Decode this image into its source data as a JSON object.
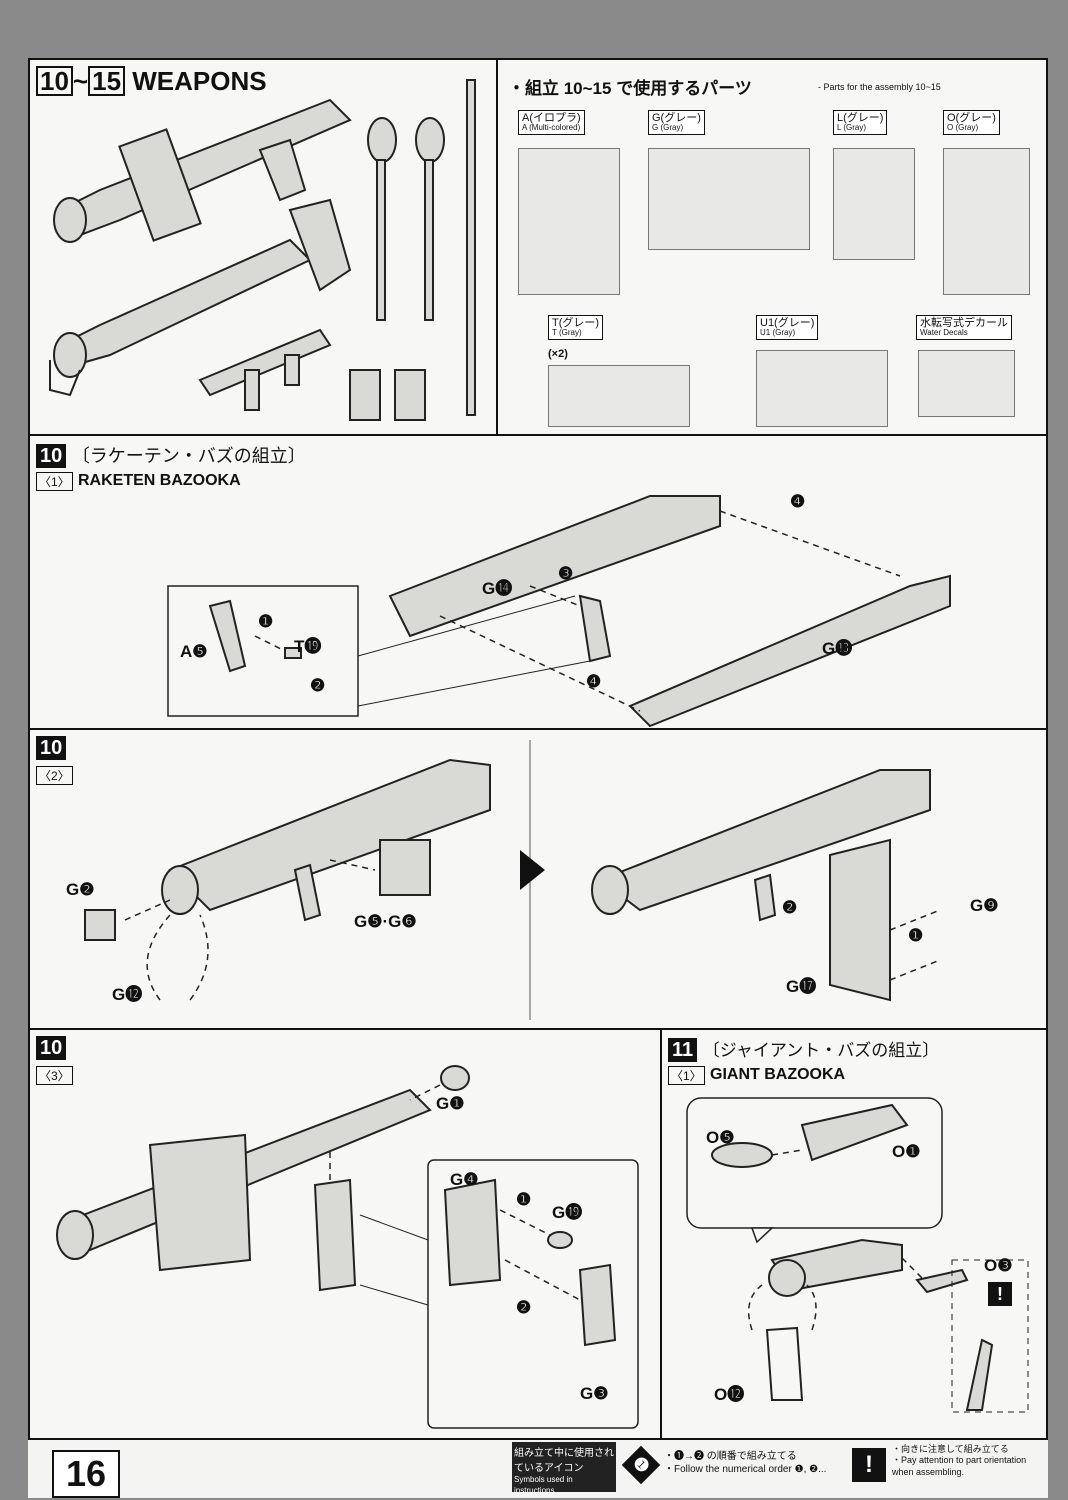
{
  "page_number": "16",
  "header": {
    "step_range_a": "10",
    "step_range_sep": "~",
    "step_range_b": "15",
    "title": "WEAPONS"
  },
  "parts_list": {
    "title_jp": "・組立 10~15 で使用するパーツ",
    "title_en": "- Parts for the assembly 10~15",
    "runners": [
      {
        "label": "A(イロプラ)",
        "sub": "A (Multi-colored)"
      },
      {
        "label": "G(グレー)",
        "sub": "G (Gray)"
      },
      {
        "label": "L(グレー)",
        "sub": "L (Gray)"
      },
      {
        "label": "O(グレー)",
        "sub": "O (Gray)"
      },
      {
        "label": "T(グレー)",
        "sub": "T (Gray)",
        "qty": "(×2)"
      },
      {
        "label": "U1(グレー)",
        "sub": "U1 (Gray)"
      },
      {
        "label": "水転写式デカール",
        "sub": "Water Decals"
      }
    ]
  },
  "step10_1": {
    "step": "10",
    "sub": "〈1〉",
    "title_jp": "〔ラケーテン・バズの組立〕",
    "title_en": "RAKETEN BAZOOKA",
    "parts": [
      "G⓮",
      "G⓭",
      "A❺",
      "T⓳"
    ],
    "order": [
      "❶",
      "❷",
      "❸",
      "❹",
      "❹"
    ]
  },
  "step10_2": {
    "step": "10",
    "sub": "〈2〉",
    "parts": [
      "G❷",
      "G❺·G❻",
      "G⓬",
      "G❾",
      "G⓱"
    ],
    "order": [
      "❷",
      "❶"
    ]
  },
  "step10_3": {
    "step": "10",
    "sub": "〈3〉",
    "parts": [
      "G❶",
      "G❹",
      "G⓳",
      "G❸"
    ],
    "order": [
      "❶",
      "❷"
    ]
  },
  "step11_1": {
    "step": "11",
    "sub": "〈1〉",
    "title_jp": "〔ジャイアント・バズの組立〕",
    "title_en": "GIANT BAZOOKA",
    "parts": [
      "O❺",
      "O❶",
      "O❸",
      "O⓬"
    ]
  },
  "footer": {
    "icons_jp": "組み立て中に使用されているアイコン",
    "icons_en": "Symbols used in instructions",
    "order_jp": "・❶→❷ の順番で組み立てる",
    "order_en": "・Follow the numerical order ❶, ❷...",
    "orient_jp": "・向きに注意して組み立てる",
    "orient_en": "・Pay attention to part orientation when assembling.",
    "order_icon": "❶",
    "orient_icon": "!"
  }
}
